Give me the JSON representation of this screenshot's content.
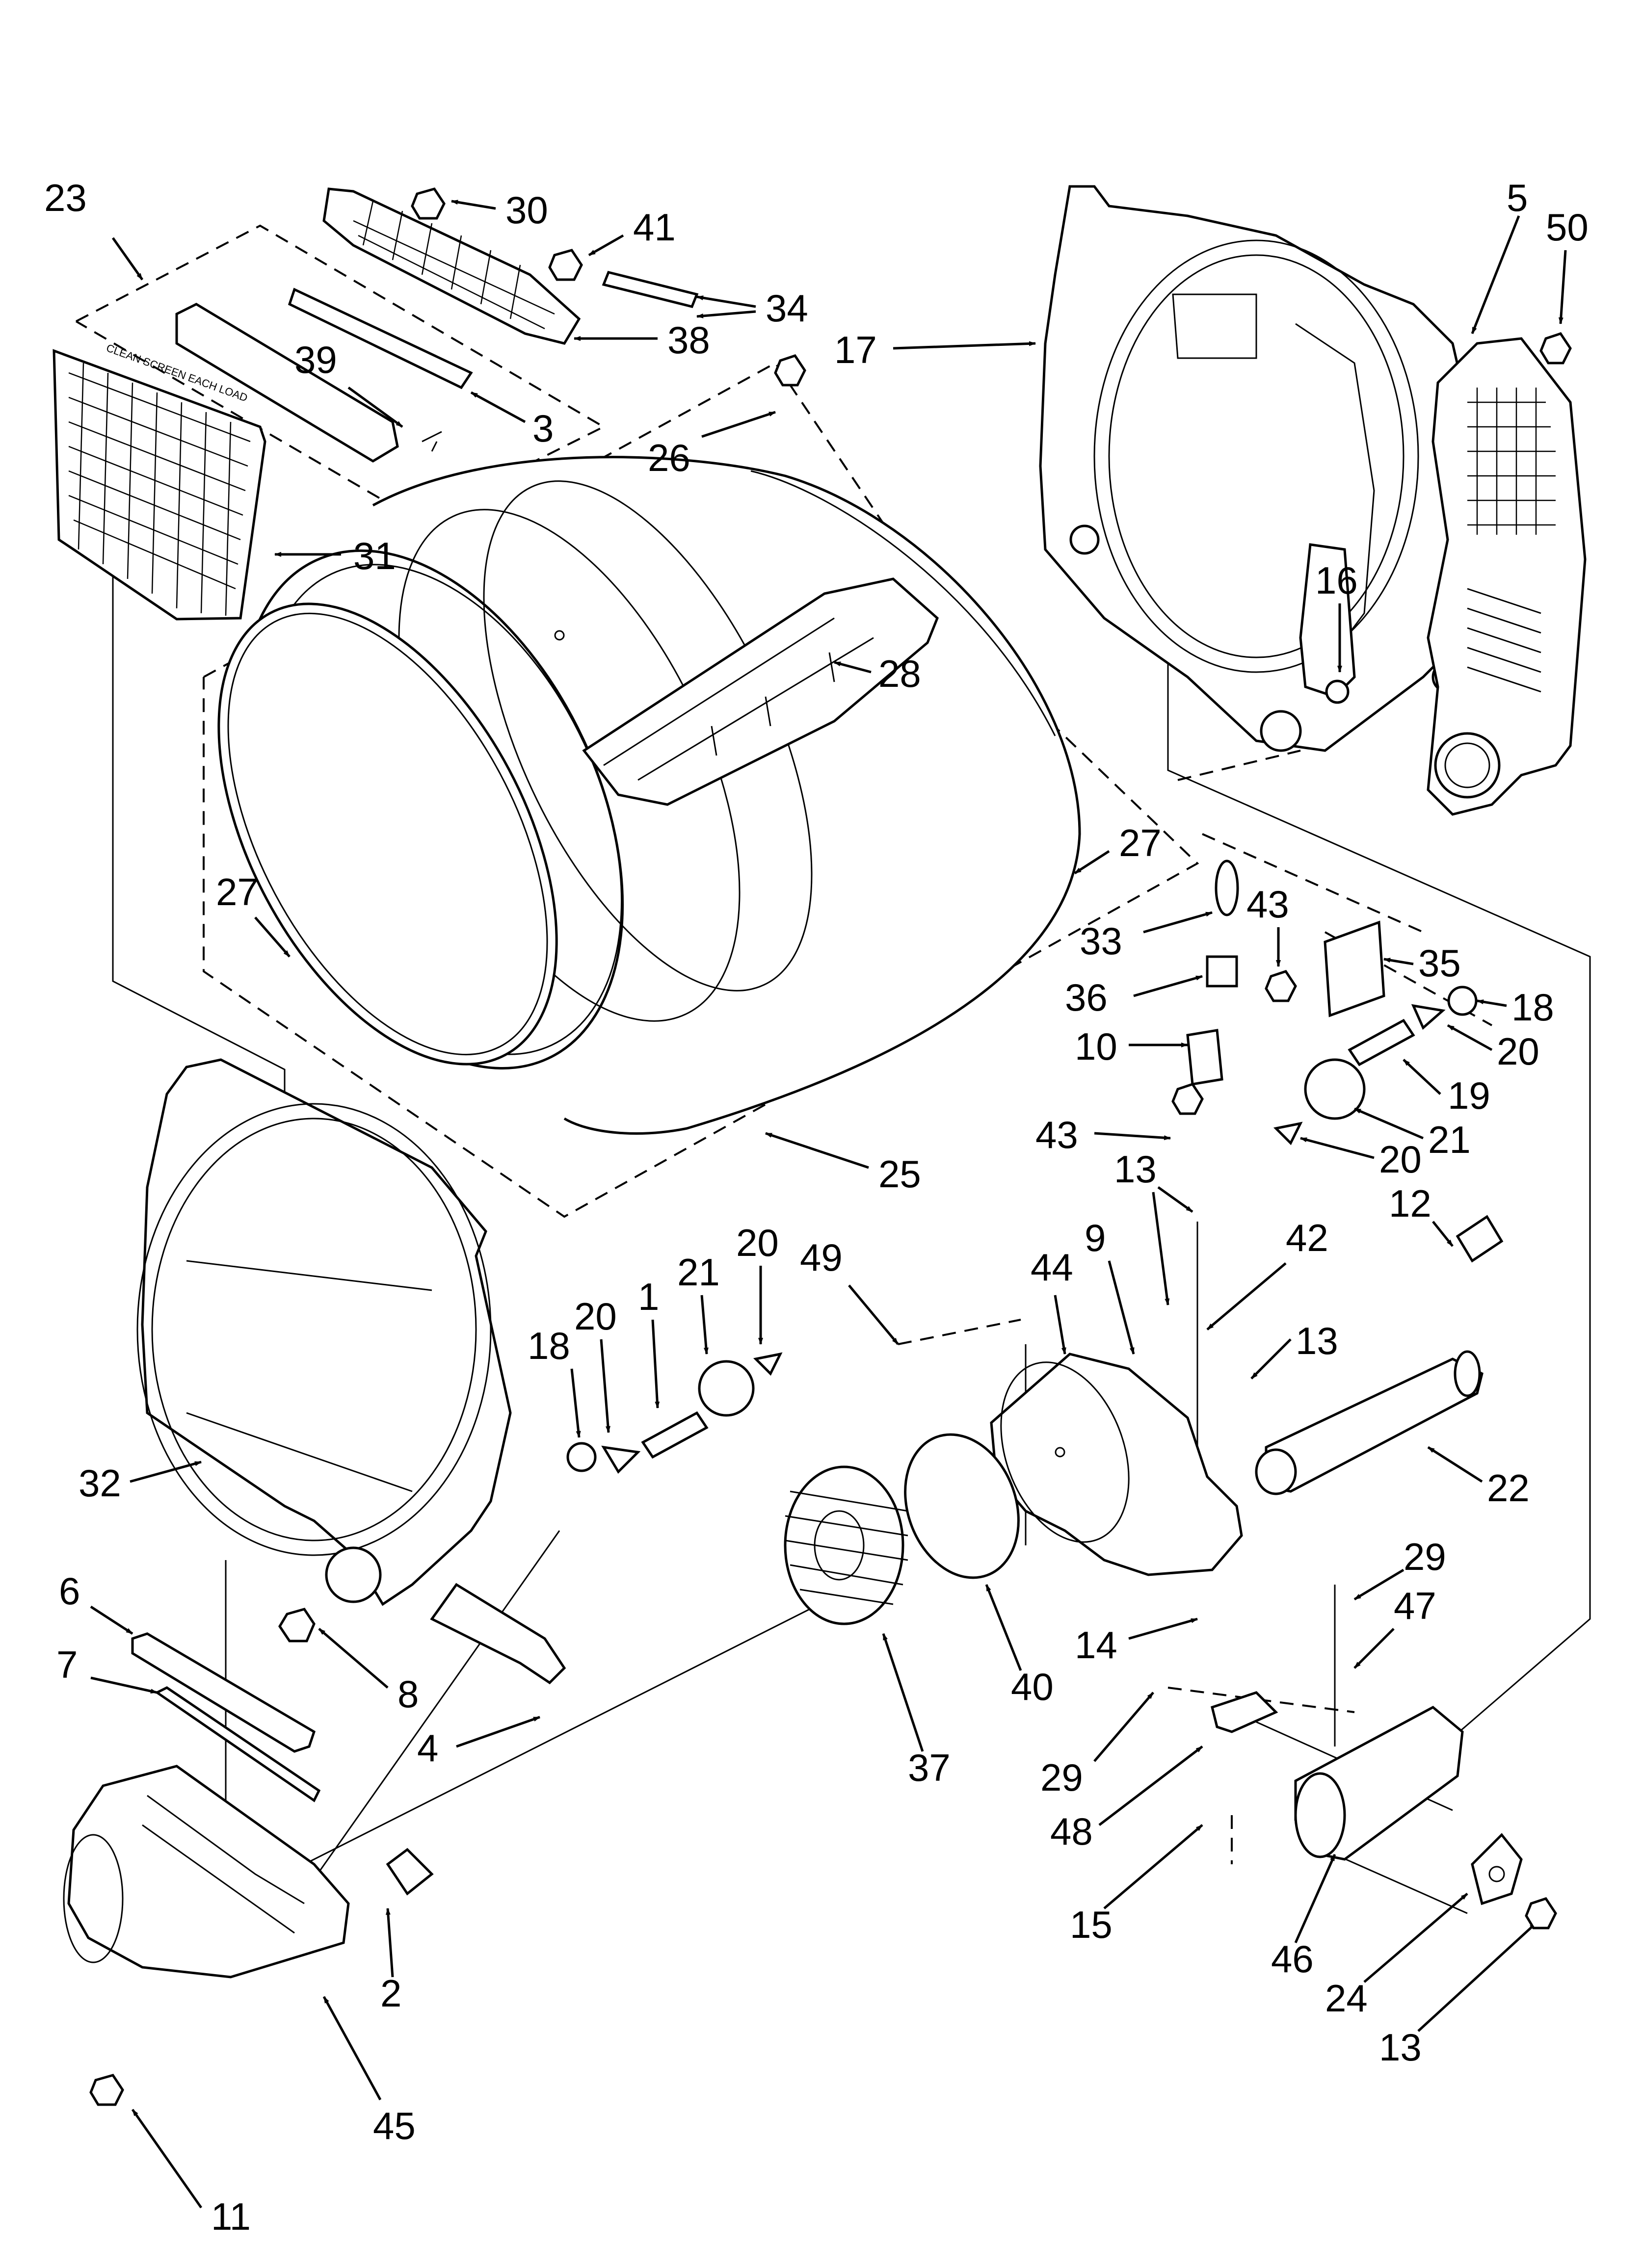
{
  "callouts": {
    "c23": "23",
    "c30": "30",
    "c41": "41",
    "c34": "34",
    "c38": "38",
    "c39": "39",
    "c3": "3",
    "c31": "31",
    "c26": "26",
    "c28": "28",
    "c27a": "27",
    "c27b": "27",
    "c25": "25",
    "c17": "17",
    "c5": "5",
    "c50": "50",
    "c16": "16",
    "c33": "33",
    "c43a": "43",
    "c35": "35",
    "c36": "36",
    "c18a": "18",
    "c20a": "20",
    "c10": "10",
    "c19": "19",
    "c43b": "43",
    "c21a": "21",
    "c20b": "20",
    "c13a": "13",
    "c12": "12",
    "c9": "9",
    "c42": "42",
    "c49": "49",
    "c44": "44",
    "c13b": "13",
    "c22": "22",
    "c18b": "18",
    "c20c": "20",
    "c1": "1",
    "c21b": "21",
    "c20d": "20",
    "c32": "32",
    "c6": "6",
    "c8": "8",
    "c7": "7",
    "c4": "4",
    "c37": "37",
    "c40": "40",
    "c14": "14",
    "c29a": "29",
    "c47": "47",
    "c29b": "29",
    "c48": "48",
    "c15": "15",
    "c46": "46",
    "c24": "24",
    "c13c": "13",
    "c2": "2",
    "c45": "45",
    "c11": "11"
  },
  "filter_label": "CLEAN SCREEN EACH LOAD"
}
